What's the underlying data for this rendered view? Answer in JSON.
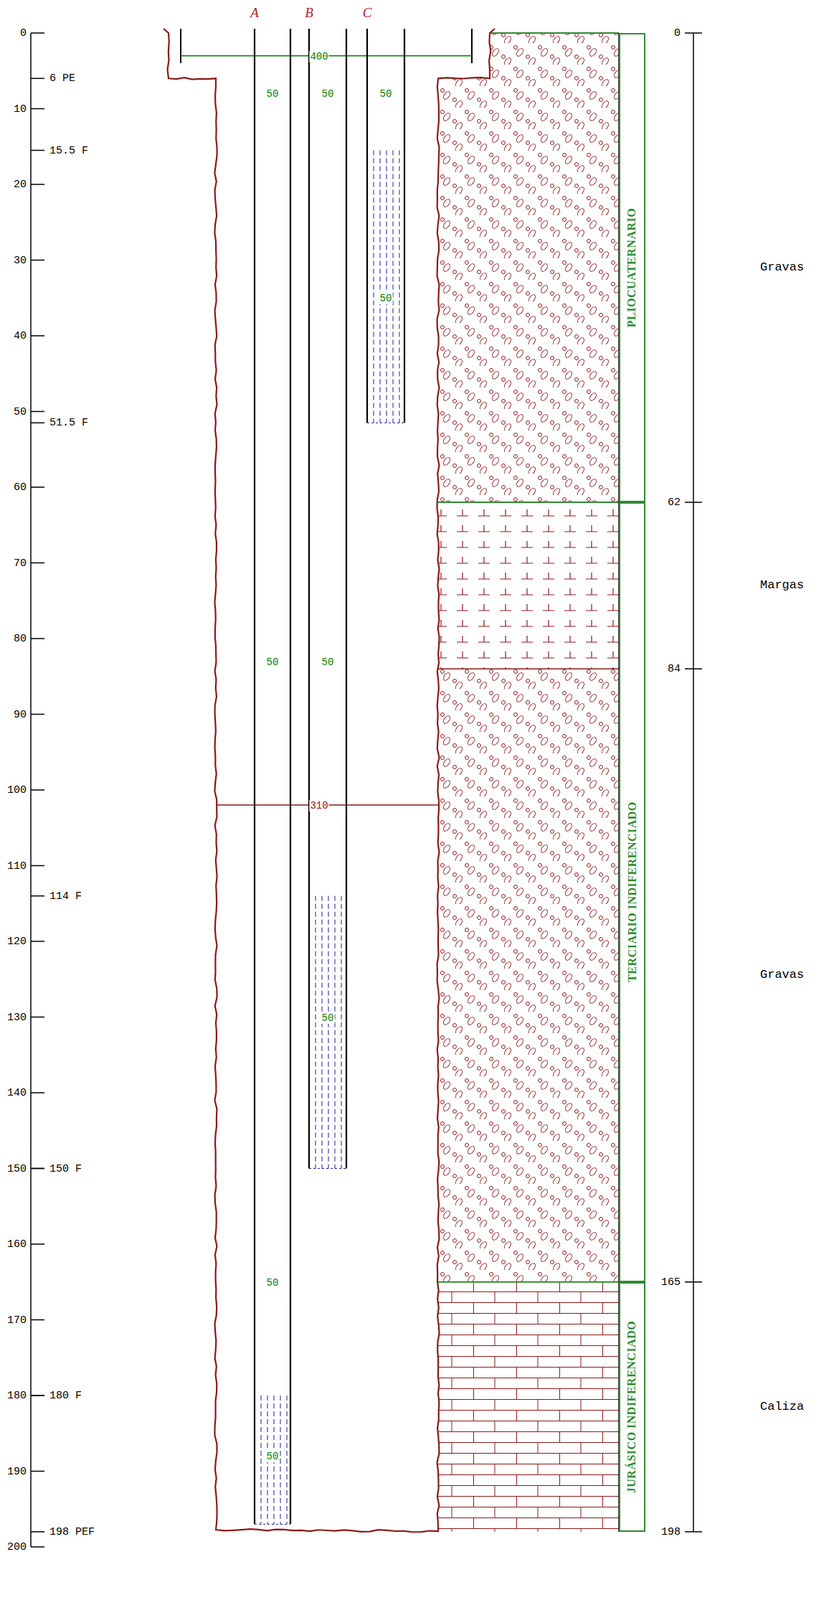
{
  "diagram": {
    "nodes": [
      {
        "text": [
          "PLIOCUATERNARIO"
        ]
      },
      {
        "text": [
          "TERCIARIO INDIFERENCIADO"
        ]
      },
      {
        "text": [
          "JURÁSICO INDIFERENCIADO"
        ]
      }
    ],
    "labels": [
      "0",
      "10",
      "20",
      "30",
      "40",
      "50",
      "60",
      "70",
      "80",
      "90",
      "100",
      "110",
      "120",
      "130",
      "140",
      "150",
      "160",
      "170",
      "180",
      "190",
      "200",
      "6 PE",
      "15.5 F",
      "51.5 F",
      "114 F",
      "150 F",
      "180 F",
      "198 PEF",
      "A",
      "B",
      "C",
      "400",
      "50",
      "50",
      "50",
      "50",
      "50",
      "50",
      "310",
      "50",
      "50",
      "50",
      "0",
      "62",
      "84",
      "165",
      "198",
      "Gravas",
      "Margas",
      "Gravas",
      "Caliza"
    ]
  }
}
